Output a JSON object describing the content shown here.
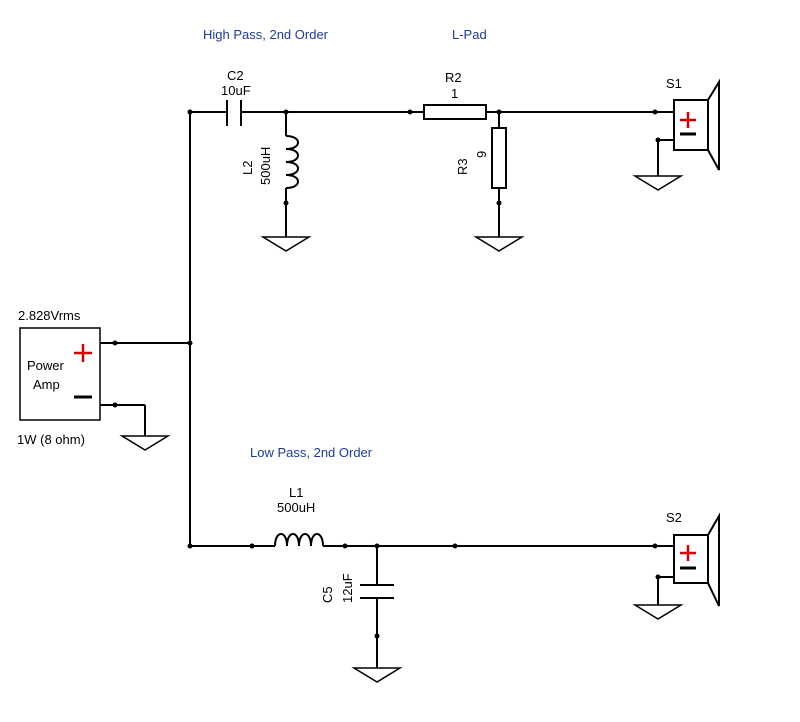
{
  "sections": {
    "high_pass": "High Pass, 2nd Order",
    "lpad": "L-Pad",
    "low_pass": "Low Pass, 2nd Order"
  },
  "components": {
    "c2": {
      "name": "C2",
      "value": "10uF"
    },
    "l2": {
      "name": "L2",
      "value": "500uH"
    },
    "r2": {
      "name": "R2",
      "value": "1"
    },
    "r3": {
      "name": "R3",
      "value": "9"
    },
    "s1": {
      "name": "S1"
    },
    "s2": {
      "name": "S2"
    },
    "l1": {
      "name": "L1",
      "value": "500uH"
    },
    "c5": {
      "name": "C5",
      "value": "12uF"
    }
  },
  "amp": {
    "voltage": "2.828Vrms",
    "label_line1": "Power",
    "label_line2": "Amp",
    "power": "1W (8 ohm)"
  },
  "colors": {
    "section_label": "#1f3b99",
    "polarity": "#d40000"
  }
}
